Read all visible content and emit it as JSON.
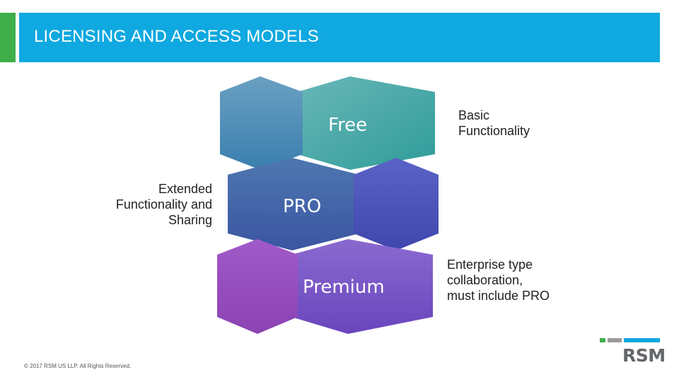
{
  "slide": {
    "title": "LICENSING AND ACCESS MODELS",
    "footer": "© 2017 RSM US LLP. All Rights Reserved.",
    "logo_text": "RSM"
  },
  "tiers": [
    {
      "label": "Free",
      "description": "Basic Functionality"
    },
    {
      "label": "PRO",
      "description": "Extended Functionality and Sharing"
    },
    {
      "label": "Premium",
      "description": "Enterprise type collaboration, must include PRO"
    }
  ],
  "colors": {
    "title_bar": "#0fa8e0",
    "accent_bar": "#3fae49",
    "logo_green": "#3fae49",
    "logo_gray": "#9a9a9a",
    "logo_blue": "#0fa8e0"
  }
}
